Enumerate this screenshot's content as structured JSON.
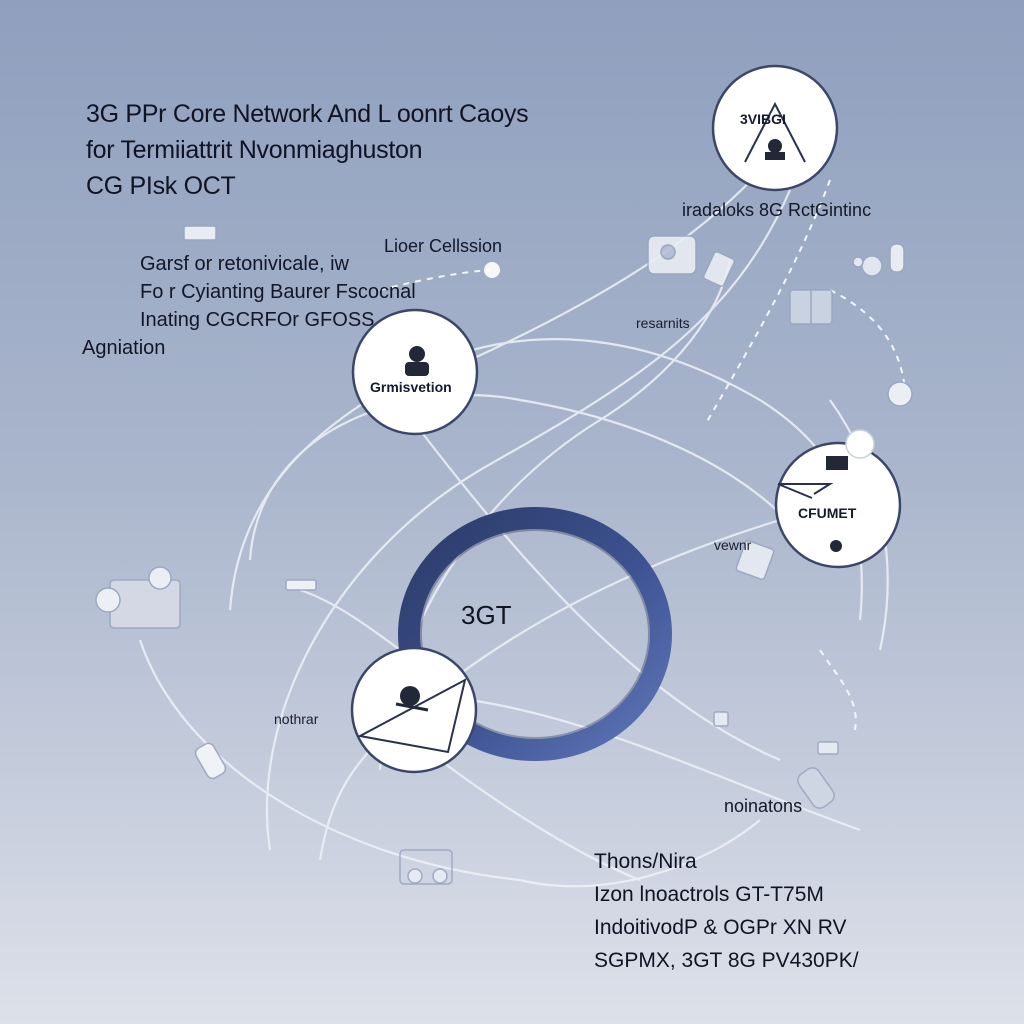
{
  "title_lines": [
    "3G PPr Core Network And L oonrt Caoys",
    "for Termiiattrit Nvonmiaghuston",
    "CG PIsk OCT"
  ],
  "side_text_lines": [
    "Garsf or retonivicale, iw",
    "Fo r Cyianting Baurer Fscocnal",
    "Inating CGCRFOr GFOSS",
    "Agniation"
  ],
  "labels": {
    "loer_cellssion": "Lioer Cellssion",
    "iradaloks": "iradaloks  8G RctGintinc",
    "resarnits": "resarnits",
    "vewnr": "vewnr",
    "nothrar": "nothrar",
    "noinatons": "noinatons"
  },
  "nodes": {
    "top_right": "3VIBGI",
    "left_upper": "Grmisvetion",
    "right_mid": "CFUMET",
    "center": "3GT"
  },
  "bottom_lines": [
    "Thons/Nira",
    "Izon lnoactrols  GT-T75M",
    "IndoitivodP & OGPr XN RV",
    "SGPMX, 3GT 8G PV430PK/"
  ],
  "colors": {
    "ring": "#34446f",
    "line": "#eef1f7",
    "node_fill": "#ffffff",
    "node_stroke": "#3a466a"
  }
}
